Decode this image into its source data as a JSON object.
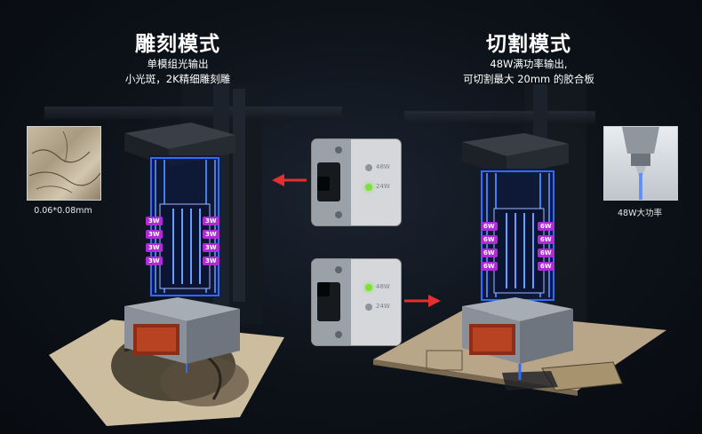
{
  "engraving": {
    "title": "雕刻模式",
    "subtitle_line1": "单模组光输出",
    "subtitle_line2": "小光斑，2K精细雕刻雕",
    "inset_caption": "0.06*0.08mm",
    "laser_labels": [
      "3W",
      "3W",
      "3W",
      "3W",
      "3W",
      "3W",
      "3W",
      "3W"
    ]
  },
  "cutting": {
    "title": "切割模式",
    "subtitle_line1": "48W满功率输出,",
    "subtitle_line2": "可切割最大 20mm 的胶合板",
    "inset_caption": "48W大功率",
    "laser_labels": [
      "6W",
      "6W",
      "6W",
      "6W",
      "6W",
      "6W",
      "6W",
      "6W"
    ]
  },
  "switch_panels": {
    "top": {
      "label_high": "48W",
      "label_low": "24W",
      "active": "24W"
    },
    "bottom": {
      "label_high": "48W",
      "label_low": "24W",
      "active": "48W"
    }
  },
  "colors": {
    "laser_blue": "#2f6bff",
    "accent_purple": "#b02ad8",
    "arrow_red": "#e23030",
    "indicator_green": "#7ee03a"
  }
}
